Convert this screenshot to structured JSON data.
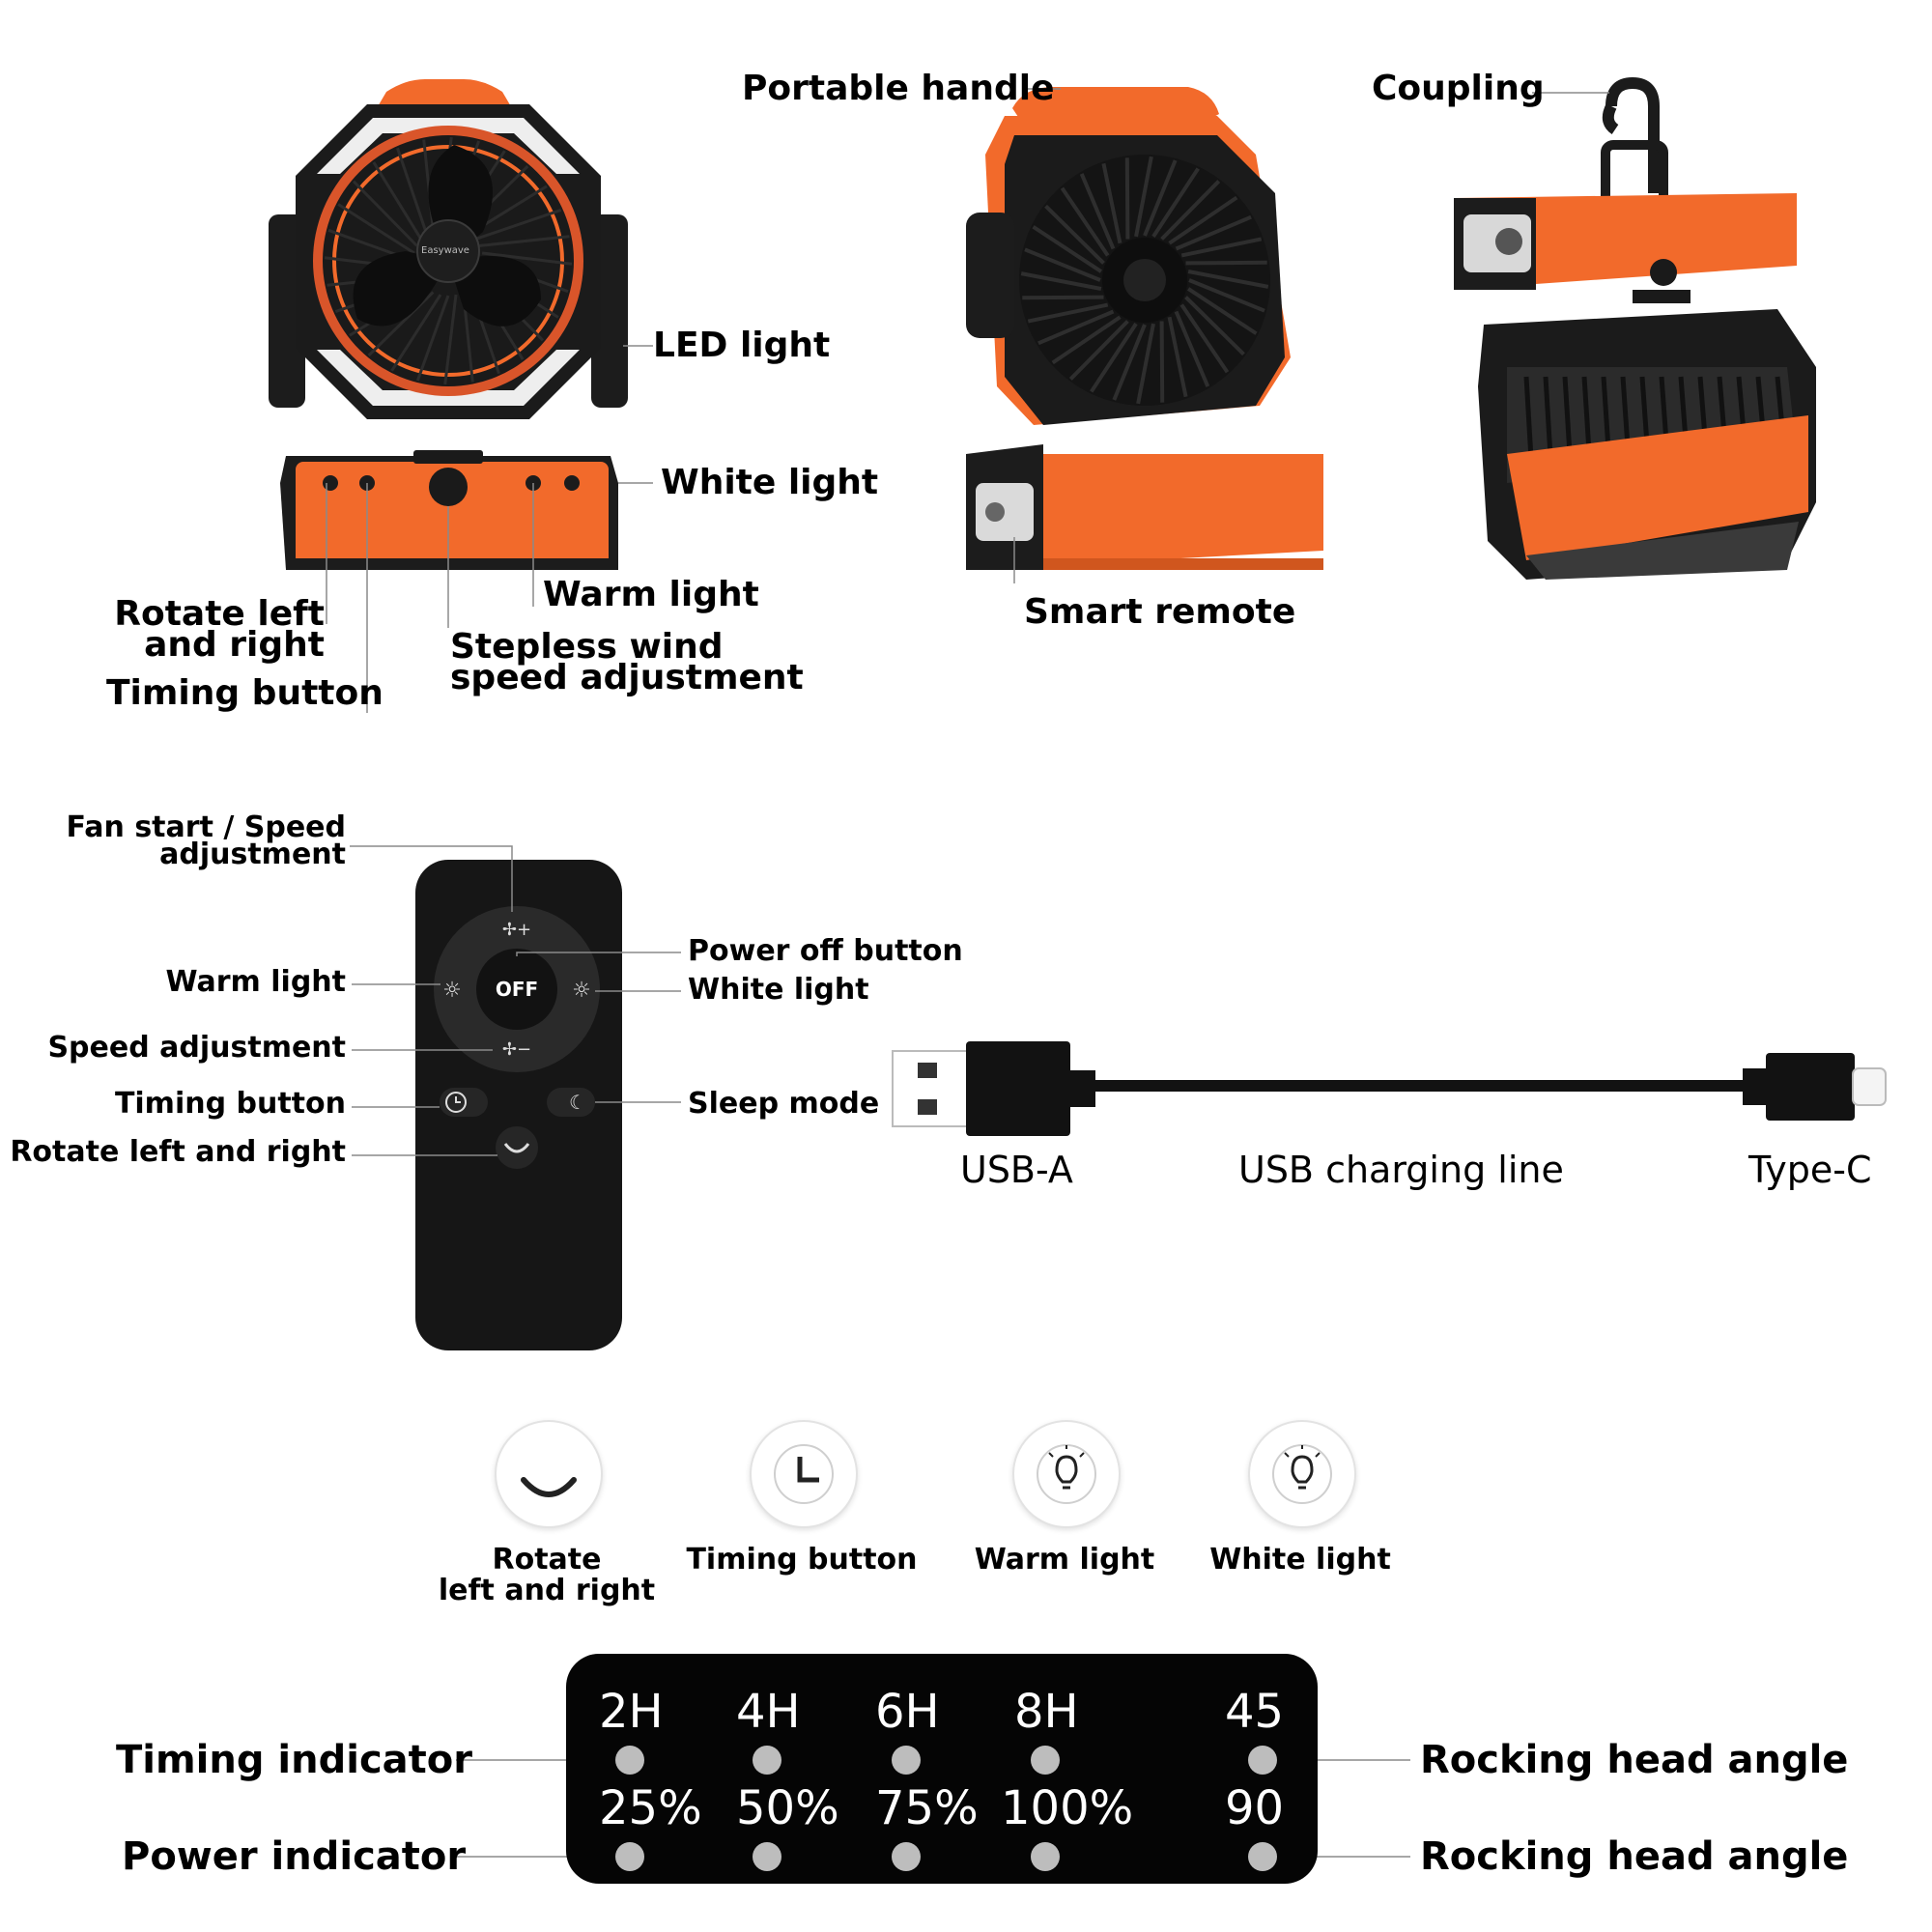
{
  "top_labels": {
    "led_light": "LED light",
    "white_light": "White light",
    "warm_light": "Warm light",
    "rotate_line1": "Rotate left",
    "rotate_line2": "and right",
    "timing_button": "Timing button",
    "stepless_line1": "Stepless wind",
    "stepless_line2": "speed adjustment",
    "portable_handle": "Portable handle",
    "coupling": "Coupling",
    "smart_remote": "Smart remote",
    "brand": "Easywave"
  },
  "remote": {
    "fan_start_line1": "Fan start / Speed",
    "fan_start_line2": "adjustment",
    "warm_light": "Warm light",
    "speed_adjustment": "Speed adjustment",
    "timing_button": "Timing button",
    "rotate": "Rotate left and right",
    "power_off": "Power off button",
    "white_light": "White light",
    "sleep_mode": "Sleep mode",
    "off_label": "OFF"
  },
  "cable": {
    "usb_a": "USB-A",
    "line": "USB charging line",
    "type_c": "Type-C"
  },
  "icons": [
    {
      "name": "rotate-icon",
      "line1": "Rotate",
      "line2": "left and right"
    },
    {
      "name": "clock-icon",
      "line1": "Timing button",
      "line2": ""
    },
    {
      "name": "warm-bulb-icon",
      "line1": "Warm light",
      "line2": ""
    },
    {
      "name": "white-bulb-icon",
      "line1": "White light",
      "line2": ""
    }
  ],
  "panel": {
    "timing": [
      "2H",
      "4H",
      "6H",
      "8H"
    ],
    "power": [
      "25%",
      "50%",
      "75%",
      "100%"
    ],
    "angle_top": "45",
    "angle_bottom": "90",
    "timing_indicator": "Timing indicator",
    "power_indicator": "Power indicator",
    "rocking_top": "Rocking head angle",
    "rocking_bottom": "Rocking head angle"
  },
  "colors": {
    "orange": "#f26a2b",
    "dark": "#1b1b1b",
    "panel": "#050505",
    "dot": "#bdbdbd"
  }
}
